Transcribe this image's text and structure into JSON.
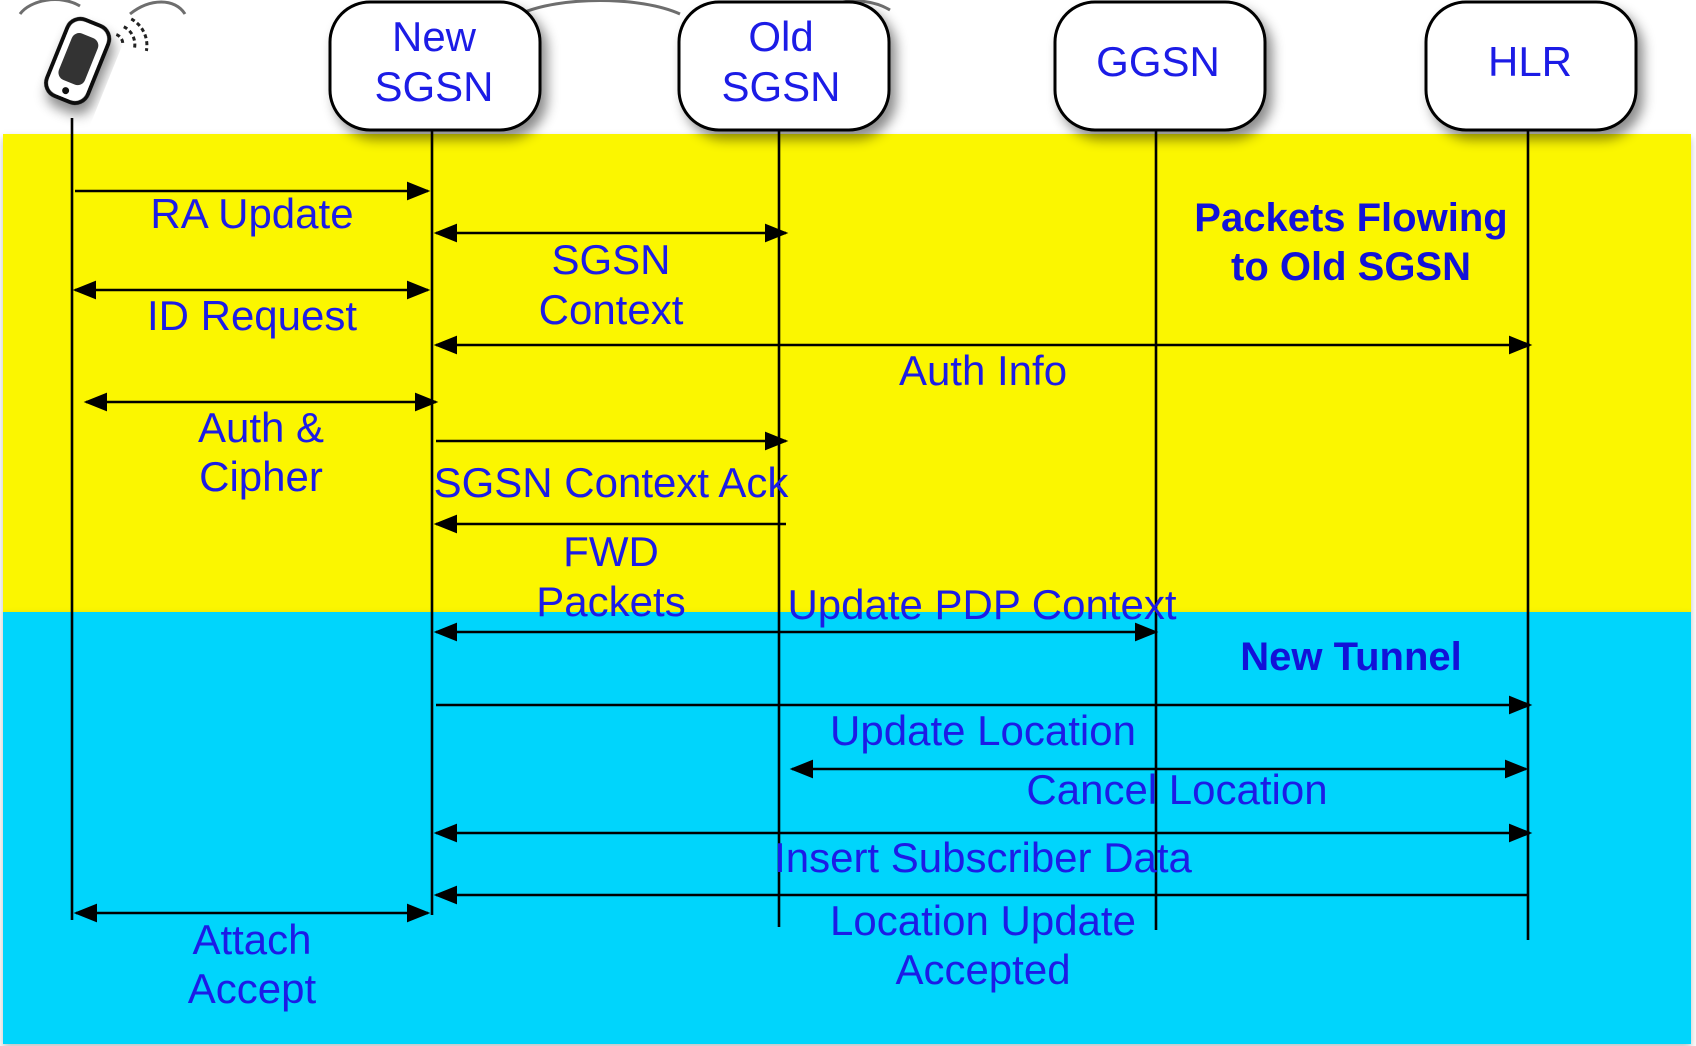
{
  "colors": {
    "band_top": "#fbf600",
    "band_bottom": "#00d5fc",
    "label_text": "#1c1ce6",
    "node_fill": "#ffffff",
    "line": "#000000"
  },
  "participants": [
    {
      "id": "ms",
      "lines": [],
      "icon": "mobile-phone-icon"
    },
    {
      "id": "new-sgsn",
      "lines": [
        "New",
        "SGSN"
      ]
    },
    {
      "id": "old-sgsn",
      "lines": [
        "Old",
        "SGSN"
      ]
    },
    {
      "id": "ggsn",
      "lines": [
        "GGSN"
      ]
    },
    {
      "id": "hlr",
      "lines": [
        "HLR"
      ]
    }
  ],
  "messages": [
    {
      "from": "ms",
      "to": "new-sgsn",
      "direction": "forward",
      "label": [
        "RA Update"
      ]
    },
    {
      "from": "new-sgsn",
      "to": "old-sgsn",
      "direction": "both",
      "label": [
        "SGSN",
        "Context"
      ]
    },
    {
      "from": "ms",
      "to": "new-sgsn",
      "direction": "both",
      "label": [
        "ID Request"
      ]
    },
    {
      "from": "new-sgsn",
      "to": "hlr",
      "direction": "both",
      "label": [
        "Auth Info"
      ]
    },
    {
      "from": "ms",
      "to": "new-sgsn",
      "direction": "both",
      "label": [
        "Auth &",
        "Cipher"
      ]
    },
    {
      "from": "new-sgsn",
      "to": "old-sgsn",
      "direction": "forward",
      "label": [
        "SGSN Context Ack"
      ]
    },
    {
      "from": "old-sgsn",
      "to": "new-sgsn",
      "direction": "forward",
      "label": [
        "FWD",
        "Packets"
      ]
    },
    {
      "from": "new-sgsn",
      "to": "ggsn",
      "direction": "both",
      "label": [
        "Update PDP Context"
      ]
    },
    {
      "from": "new-sgsn",
      "to": "hlr",
      "direction": "forward",
      "label": [
        "Update Location"
      ]
    },
    {
      "from": "old-sgsn",
      "to": "hlr",
      "direction": "both",
      "label": [
        "Cancel Location"
      ]
    },
    {
      "from": "new-sgsn",
      "to": "hlr",
      "direction": "both",
      "label": [
        "Insert Subscriber Data"
      ]
    },
    {
      "from": "hlr",
      "to": "new-sgsn",
      "direction": "forward",
      "label": [
        "Location Update",
        "Accepted"
      ]
    },
    {
      "from": "new-sgsn",
      "to": "ms",
      "direction": "both",
      "label": [
        "Attach",
        "Accept"
      ]
    }
  ],
  "notes": [
    {
      "band": "top",
      "lines": [
        "Packets Flowing",
        "to Old SGSN"
      ]
    },
    {
      "band": "bottom",
      "lines": [
        "New Tunnel"
      ]
    }
  ]
}
